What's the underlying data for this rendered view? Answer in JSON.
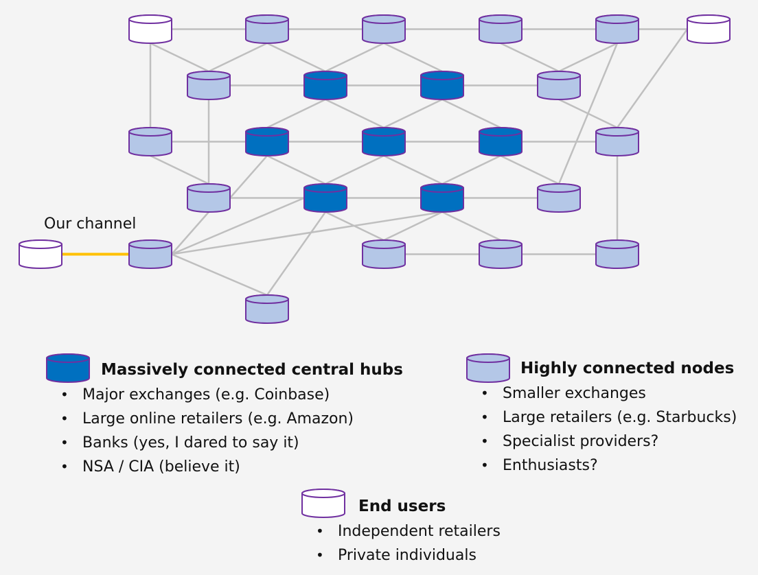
{
  "diagram": {
    "type": "network",
    "channel_label": "Our channel",
    "colors": {
      "hub_fill": "#0070c0",
      "node_fill": "#b4c7e7",
      "end_user_fill": "#ffffff",
      "outline": "#7030a0",
      "edge": "#bfbfbf",
      "our_channel_edge": "#ffc000",
      "background": "#f4f4f4"
    },
    "nodes": [
      {
        "id": "r1c1",
        "kind": "end_user"
      },
      {
        "id": "r1c2",
        "kind": "node"
      },
      {
        "id": "r1c3",
        "kind": "node"
      },
      {
        "id": "r1c4",
        "kind": "node"
      },
      {
        "id": "r1c5",
        "kind": "node"
      },
      {
        "id": "r1c6",
        "kind": "end_user"
      },
      {
        "id": "r2c1",
        "kind": "node"
      },
      {
        "id": "r2c2",
        "kind": "hub"
      },
      {
        "id": "r2c3",
        "kind": "hub"
      },
      {
        "id": "r2c4",
        "kind": "node"
      },
      {
        "id": "r3c1",
        "kind": "node"
      },
      {
        "id": "r3c2",
        "kind": "hub"
      },
      {
        "id": "r3c3",
        "kind": "hub"
      },
      {
        "id": "r3c4",
        "kind": "hub"
      },
      {
        "id": "r3c5",
        "kind": "node"
      },
      {
        "id": "r4c1",
        "kind": "node"
      },
      {
        "id": "r4c2",
        "kind": "hub"
      },
      {
        "id": "r4c3",
        "kind": "hub"
      },
      {
        "id": "r4c4",
        "kind": "node"
      },
      {
        "id": "our",
        "kind": "end_user"
      },
      {
        "id": "r5c1",
        "kind": "node"
      },
      {
        "id": "r5c2",
        "kind": "node"
      },
      {
        "id": "r5c3",
        "kind": "node"
      },
      {
        "id": "r5c4",
        "kind": "node"
      },
      {
        "id": "r6c1",
        "kind": "node"
      }
    ],
    "edges": [
      [
        "r1c1",
        "r1c2",
        "n"
      ],
      [
        "r1c2",
        "r1c3",
        "n"
      ],
      [
        "r1c3",
        "r1c4",
        "n"
      ],
      [
        "r1c4",
        "r1c5",
        "n"
      ],
      [
        "r1c5",
        "r1c6",
        "n"
      ],
      [
        "r1c1",
        "r2c1",
        "n"
      ],
      [
        "r1c1",
        "r3c1",
        "n"
      ],
      [
        "r1c2",
        "r2c1",
        "n"
      ],
      [
        "r1c2",
        "r2c2",
        "n"
      ],
      [
        "r1c3",
        "r2c2",
        "n"
      ],
      [
        "r1c3",
        "r2c3",
        "n"
      ],
      [
        "r1c4",
        "r2c4",
        "n"
      ],
      [
        "r1c5",
        "r2c4",
        "n"
      ],
      [
        "r1c5",
        "r4c4",
        "n"
      ],
      [
        "r1c6",
        "r3c5",
        "n"
      ],
      [
        "r2c1",
        "r2c2",
        "n"
      ],
      [
        "r2c2",
        "r2c3",
        "n"
      ],
      [
        "r2c3",
        "r2c4",
        "n"
      ],
      [
        "r2c1",
        "r4c1",
        "n"
      ],
      [
        "r2c2",
        "r3c2",
        "n"
      ],
      [
        "r2c2",
        "r3c3",
        "n"
      ],
      [
        "r2c3",
        "r3c3",
        "n"
      ],
      [
        "r2c3",
        "r3c4",
        "n"
      ],
      [
        "r2c4",
        "r3c5",
        "n"
      ],
      [
        "r3c1",
        "r3c2",
        "n"
      ],
      [
        "r3c2",
        "r3c3",
        "n"
      ],
      [
        "r3c3",
        "r3c4",
        "n"
      ],
      [
        "r3c4",
        "r3c5",
        "n"
      ],
      [
        "r3c1",
        "r4c1",
        "n"
      ],
      [
        "r3c2",
        "r4c1",
        "n"
      ],
      [
        "r3c2",
        "r4c2",
        "n"
      ],
      [
        "r3c3",
        "r4c2",
        "n"
      ],
      [
        "r3c3",
        "r4c3",
        "n"
      ],
      [
        "r3c4",
        "r4c3",
        "n"
      ],
      [
        "r3c4",
        "r4c4",
        "n"
      ],
      [
        "r3c5",
        "r5c4",
        "n"
      ],
      [
        "r4c1",
        "r4c2",
        "n"
      ],
      [
        "r4c2",
        "r4c3",
        "n"
      ],
      [
        "r4c3",
        "r4c4",
        "n"
      ],
      [
        "r4c2",
        "r6c1",
        "n"
      ],
      [
        "r4c2",
        "r5c2",
        "n"
      ],
      [
        "r4c3",
        "r5c2",
        "n"
      ],
      [
        "r4c3",
        "r5c3",
        "n"
      ],
      [
        "r5c1",
        "r4c1",
        "n"
      ],
      [
        "r5c1",
        "r4c2",
        "n"
      ],
      [
        "r5c1",
        "r4c3",
        "n"
      ],
      [
        "r5c1",
        "r6c1",
        "n"
      ],
      [
        "r5c2",
        "r5c3",
        "n"
      ],
      [
        "r5c3",
        "r5c4",
        "n"
      ],
      [
        "our",
        "r5c1",
        "our"
      ]
    ]
  },
  "legend": {
    "hubs": {
      "title": "Massively connected central hubs",
      "items": [
        "Major exchanges (e.g. Coinbase)",
        "Large online retailers (e.g. Amazon)",
        "Banks (yes, I dared to say it)",
        "NSA / CIA (believe it)"
      ]
    },
    "nodes": {
      "title": "Highly connected nodes",
      "items": [
        "Smaller exchanges",
        "Large retailers (e.g. Starbucks)",
        "Specialist providers?",
        "Enthusiasts?"
      ]
    },
    "end_users": {
      "title": "End users",
      "items": [
        "Independent retailers",
        "Private individuals"
      ]
    }
  }
}
